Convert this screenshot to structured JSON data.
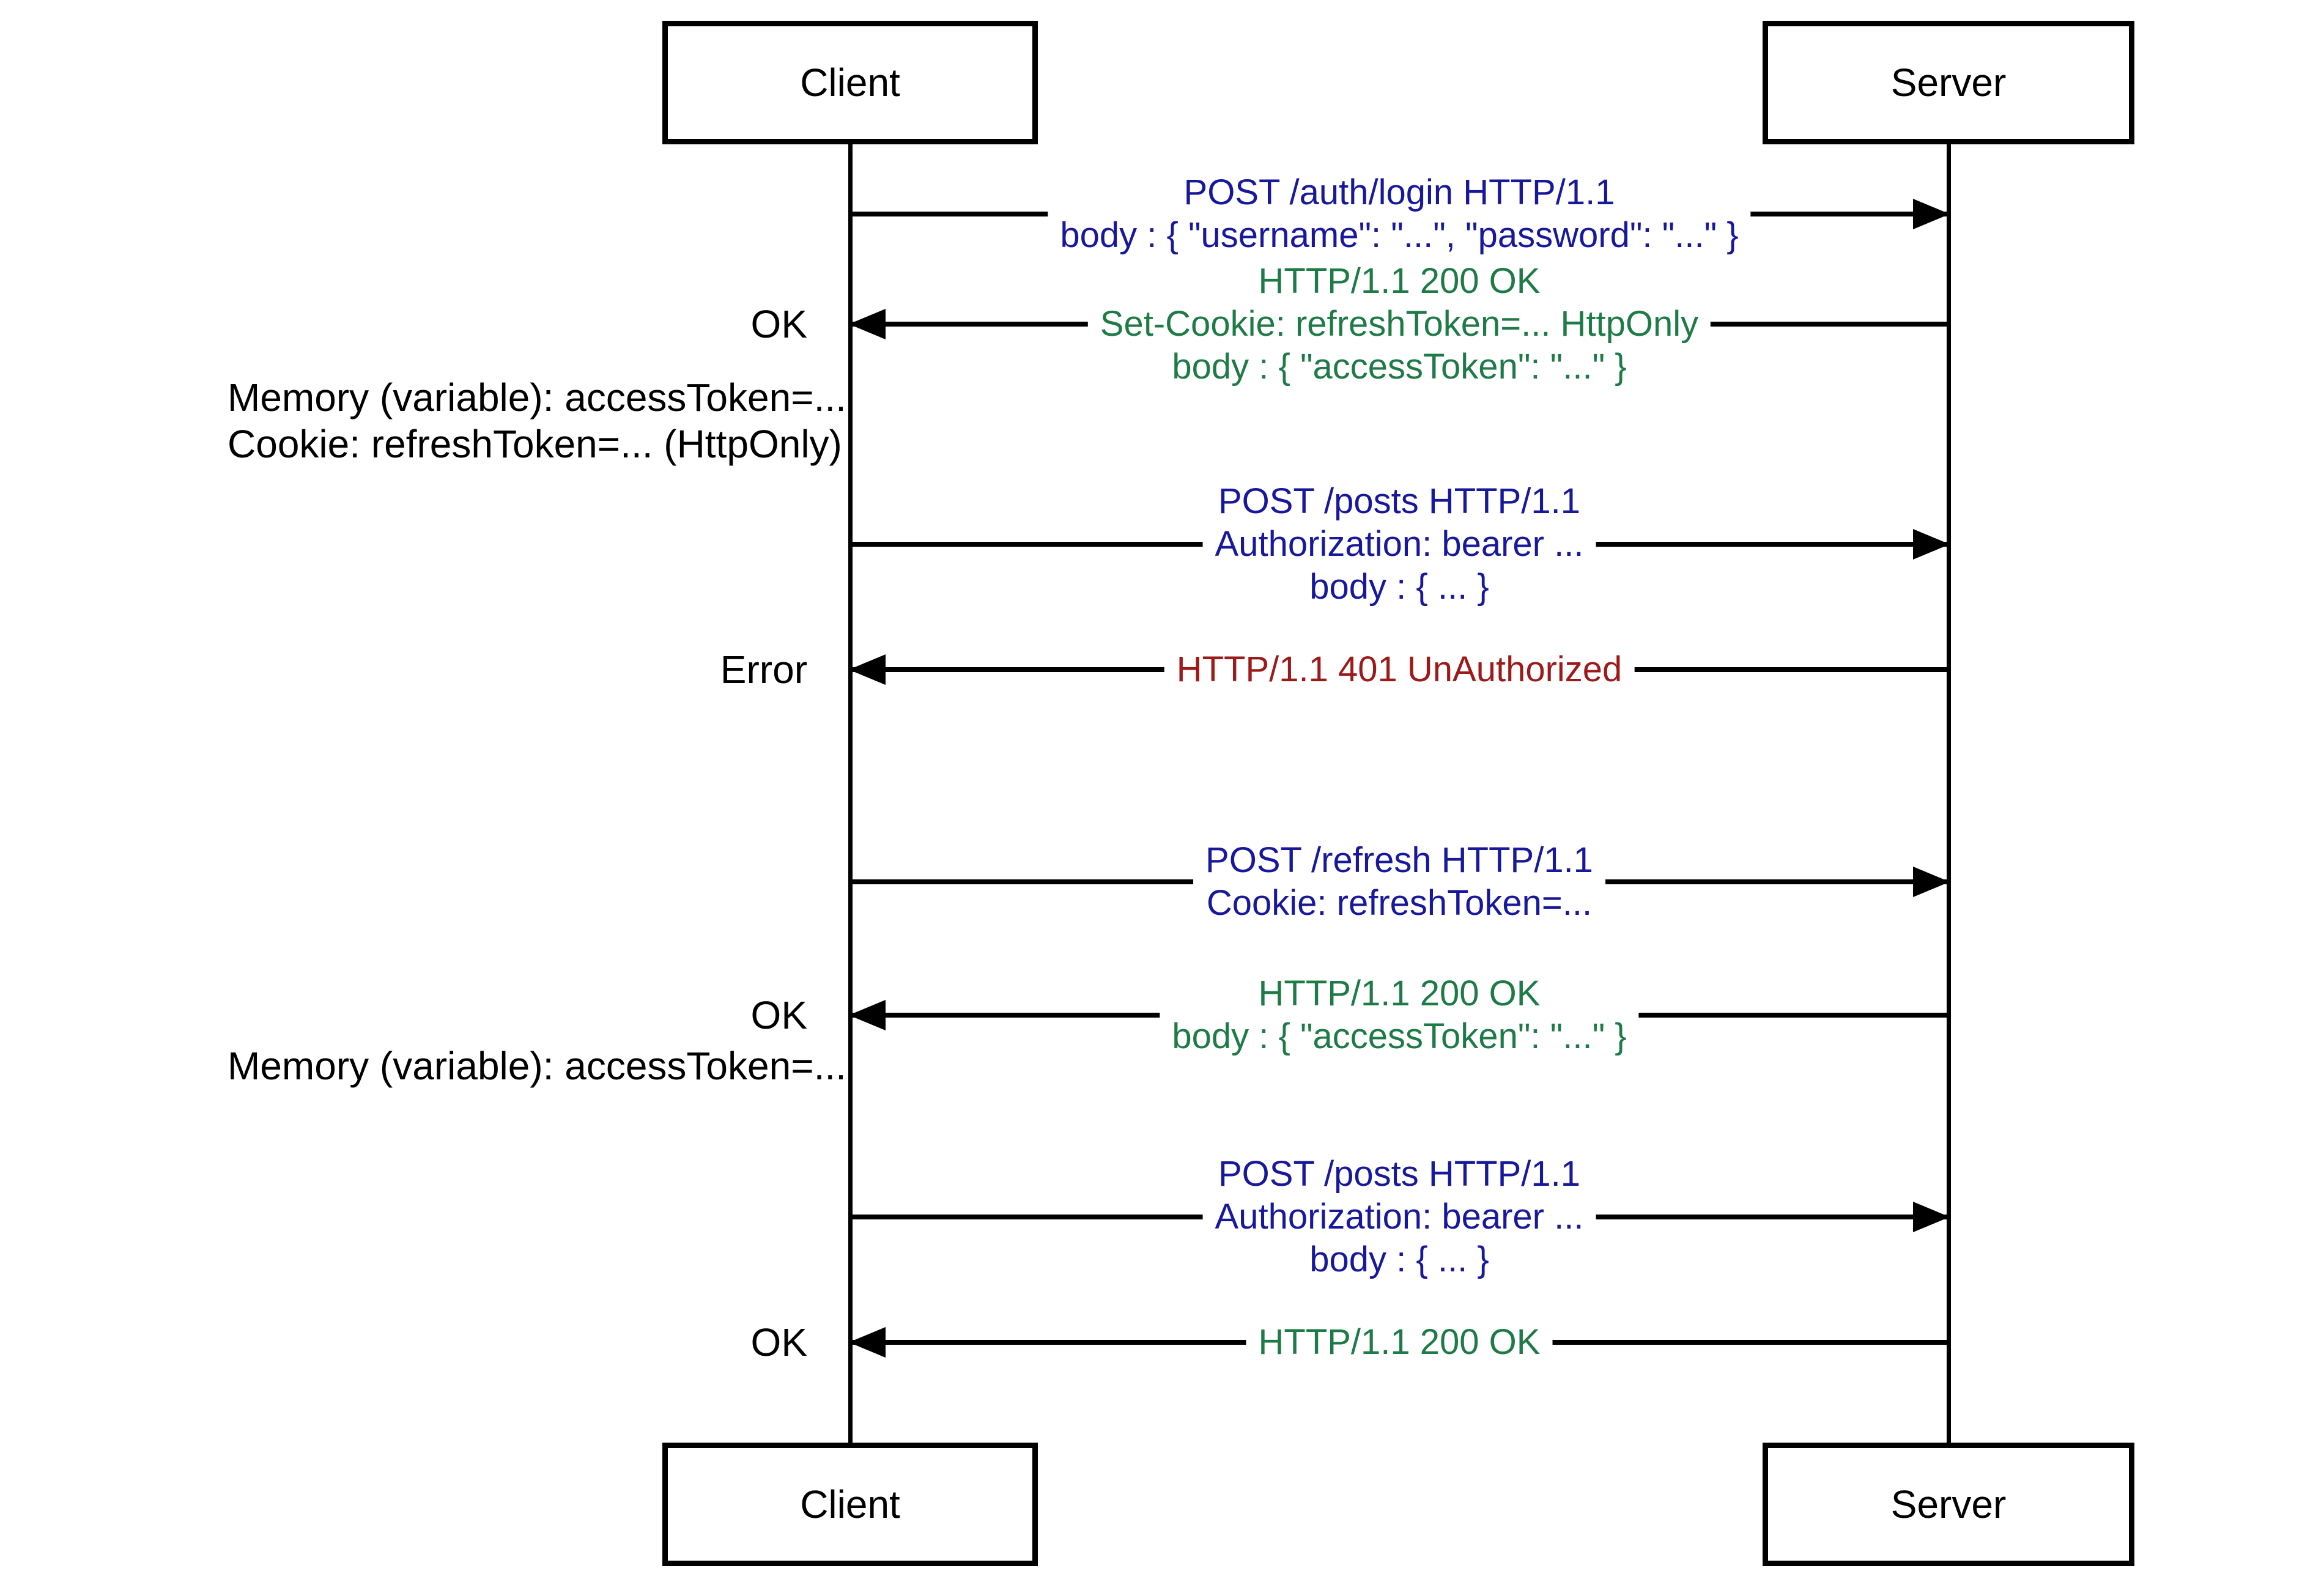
{
  "diagram": {
    "title_semantic": "JWT access/refresh token authentication sequence",
    "actors": {
      "client": "Client",
      "server": "Server"
    },
    "colors": {
      "request_blue": "#18189a",
      "success_green": "#1e7a46",
      "error_red": "#9c1a1a",
      "line_black": "#000000",
      "background": "#ffffff"
    },
    "messages": [
      {
        "direction": "client-to-server",
        "kind": "request",
        "lines": [
          "POST /auth/login HTTP/1.1",
          "body : { \"username\": \"...\", \"password\": \"...\" }"
        ]
      },
      {
        "direction": "server-to-client",
        "kind": "success",
        "status_label": "OK",
        "lines": [
          "HTTP/1.1 200 OK",
          "Set-Cookie: refreshToken=... HttpOnly",
          "body : { \"accessToken\": \"...\" }"
        ]
      },
      {
        "direction": "client-to-server",
        "kind": "request",
        "lines": [
          "POST /posts HTTP/1.1",
          "Authorization: bearer ...",
          "body : { ... }"
        ]
      },
      {
        "direction": "server-to-client",
        "kind": "error",
        "status_label": "Error",
        "lines": [
          "HTTP/1.1 401 UnAuthorized"
        ]
      },
      {
        "direction": "client-to-server",
        "kind": "request",
        "lines": [
          "POST /refresh HTTP/1.1",
          "Cookie: refreshToken=..."
        ]
      },
      {
        "direction": "server-to-client",
        "kind": "success",
        "status_label": "OK",
        "lines": [
          "HTTP/1.1 200 OK",
          "body : { \"accessToken\": \"...\" }"
        ]
      },
      {
        "direction": "client-to-server",
        "kind": "request",
        "lines": [
          "POST /posts HTTP/1.1",
          "Authorization: bearer ...",
          "body : { ... }"
        ]
      },
      {
        "direction": "server-to-client",
        "kind": "success",
        "status_label": "OK",
        "lines": [
          "HTTP/1.1 200 OK"
        ]
      }
    ],
    "notes": [
      {
        "lines": [
          "Memory (variable): accessToken=...",
          "Cookie: refreshToken=... (HttpOnly)"
        ]
      },
      {
        "lines": [
          "Memory (variable): accessToken=..."
        ]
      }
    ]
  }
}
